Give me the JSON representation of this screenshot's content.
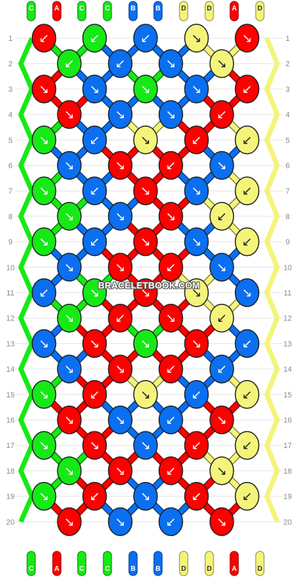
{
  "colors": {
    "A": "#ff0000",
    "B": "#0a6ff0",
    "C": "#16e916",
    "D": "#f4f47a"
  },
  "top_strands": [
    "C",
    "A",
    "C",
    "C",
    "B",
    "B",
    "D",
    "D",
    "A",
    "D"
  ],
  "bottom_strands": [
    "C",
    "A",
    "C",
    "C",
    "B",
    "B",
    "D",
    "D",
    "A",
    "D"
  ],
  "rows": [
    [
      {
        "c": "A",
        "d": "↙"
      },
      {
        "c": "C",
        "d": "↙"
      },
      {
        "c": "B",
        "d": "↙"
      },
      {
        "c": "D",
        "d": "↘"
      },
      {
        "c": "A",
        "d": "↘"
      }
    ],
    [
      {
        "c": "C",
        "d": "↙"
      },
      {
        "c": "B",
        "d": "↙"
      },
      {
        "c": "B",
        "d": "↘"
      },
      {
        "c": "D",
        "d": "↘"
      }
    ],
    [
      {
        "c": "A",
        "d": "↘"
      },
      {
        "c": "B",
        "d": "↘"
      },
      {
        "c": "C",
        "d": "↘"
      },
      {
        "c": "B",
        "d": "↘"
      },
      {
        "c": "A",
        "d": "↙"
      }
    ],
    [
      {
        "c": "A",
        "d": "↘"
      },
      {
        "c": "B",
        "d": "↘"
      },
      {
        "c": "B",
        "d": "↘"
      },
      {
        "c": "A",
        "d": "↙"
      }
    ],
    [
      {
        "c": "C",
        "d": "↘"
      },
      {
        "c": "B",
        "d": "↙"
      },
      {
        "c": "D",
        "d": "↘"
      },
      {
        "c": "A",
        "d": "↙"
      },
      {
        "c": "D",
        "d": "↙"
      }
    ],
    [
      {
        "c": "B",
        "d": "↘"
      },
      {
        "c": "A",
        "d": "↘"
      },
      {
        "c": "A",
        "d": "↙"
      },
      {
        "c": "B",
        "d": "↘"
      }
    ],
    [
      {
        "c": "C",
        "d": "↘"
      },
      {
        "c": "B",
        "d": "↙"
      },
      {
        "c": "A",
        "d": "↘"
      },
      {
        "c": "B",
        "d": "↘"
      },
      {
        "c": "D",
        "d": "↙"
      }
    ],
    [
      {
        "c": "C",
        "d": "↘"
      },
      {
        "c": "B",
        "d": "↘"
      },
      {
        "c": "A",
        "d": "↘"
      },
      {
        "c": "D",
        "d": "↙"
      }
    ],
    [
      {
        "c": "C",
        "d": "↘"
      },
      {
        "c": "B",
        "d": "↙"
      },
      {
        "c": "A",
        "d": "↘"
      },
      {
        "c": "B",
        "d": "↘"
      },
      {
        "c": "D",
        "d": "↙"
      }
    ],
    [
      {
        "c": "B",
        "d": "↘"
      },
      {
        "c": "A",
        "d": "↘"
      },
      {
        "c": "A",
        "d": "↙"
      },
      {
        "c": "B",
        "d": "↘"
      }
    ],
    [
      {
        "c": "B",
        "d": "↙"
      },
      {
        "c": "C",
        "d": "↘"
      },
      {
        "c": "A",
        "d": "↘"
      },
      {
        "c": "D",
        "d": "↘"
      },
      {
        "c": "B",
        "d": "↘"
      }
    ],
    [
      {
        "c": "C",
        "d": "↘"
      },
      {
        "c": "A",
        "d": "↙"
      },
      {
        "c": "A",
        "d": "↘"
      },
      {
        "c": "D",
        "d": "↙"
      }
    ],
    [
      {
        "c": "B",
        "d": "↘"
      },
      {
        "c": "A",
        "d": "↘"
      },
      {
        "c": "C",
        "d": "↘"
      },
      {
        "c": "A",
        "d": "↘"
      },
      {
        "c": "B",
        "d": "↙"
      }
    ],
    [
      {
        "c": "B",
        "d": "↘"
      },
      {
        "c": "A",
        "d": "↘"
      },
      {
        "c": "A",
        "d": "↙"
      },
      {
        "c": "B",
        "d": "↙"
      }
    ],
    [
      {
        "c": "C",
        "d": "↘"
      },
      {
        "c": "A",
        "d": "↙"
      },
      {
        "c": "D",
        "d": "↘"
      },
      {
        "c": "B",
        "d": "↙"
      },
      {
        "c": "D",
        "d": "↙"
      }
    ],
    [
      {
        "c": "A",
        "d": "↘"
      },
      {
        "c": "B",
        "d": "↘"
      },
      {
        "c": "B",
        "d": "↙"
      },
      {
        "c": "A",
        "d": "↘"
      }
    ],
    [
      {
        "c": "C",
        "d": "↘"
      },
      {
        "c": "A",
        "d": "↘"
      },
      {
        "c": "B",
        "d": "↘"
      },
      {
        "c": "A",
        "d": "↙"
      },
      {
        "c": "D",
        "d": "↙"
      }
    ],
    [
      {
        "c": "C",
        "d": "↘"
      },
      {
        "c": "A",
        "d": "↘"
      },
      {
        "c": "A",
        "d": "↙"
      },
      {
        "c": "D",
        "d": "↘"
      }
    ],
    [
      {
        "c": "C",
        "d": "↘"
      },
      {
        "c": "A",
        "d": "↙"
      },
      {
        "c": "B",
        "d": "↘"
      },
      {
        "c": "A",
        "d": "↙"
      },
      {
        "c": "D",
        "d": "↙"
      }
    ],
    [
      {
        "c": "A",
        "d": "↘"
      },
      {
        "c": "B",
        "d": "↘"
      },
      {
        "c": "B",
        "d": "↙"
      },
      {
        "c": "A",
        "d": "↘"
      }
    ]
  ],
  "watermark": "BRACELETBOOK.COM"
}
